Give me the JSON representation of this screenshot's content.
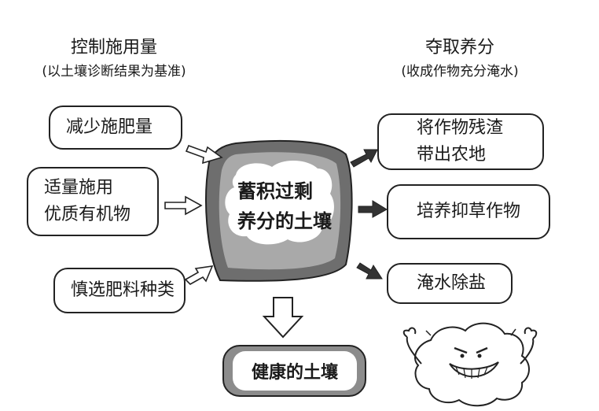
{
  "left_heading": {
    "title": "控制施用量",
    "subtitle": "(以土壤诊断结果为基准)"
  },
  "right_heading": {
    "title": "夺取养分",
    "subtitle": "(收成作物充分淹水)"
  },
  "left_boxes": [
    {
      "label": "减少施肥量"
    },
    {
      "label": "适量施用\n优质有机物"
    },
    {
      "label": "慎选肥料种类"
    }
  ],
  "center": {
    "label": "蓄积过剩\n养分的土壤"
  },
  "right_boxes": [
    {
      "label": "将作物残渣\n带出农地"
    },
    {
      "label": "培养抑草作物"
    },
    {
      "label": "淹水除盐"
    }
  ],
  "bottom": {
    "label": "健康的土壤"
  },
  "colors": {
    "soil_dark": "#6e6e6e",
    "soil_light": "#a9a9a9",
    "bottom_fill": "#8c8c8c",
    "ink": "#222222"
  },
  "icons": {
    "mascot": "happy-soil-cloud-icon"
  }
}
